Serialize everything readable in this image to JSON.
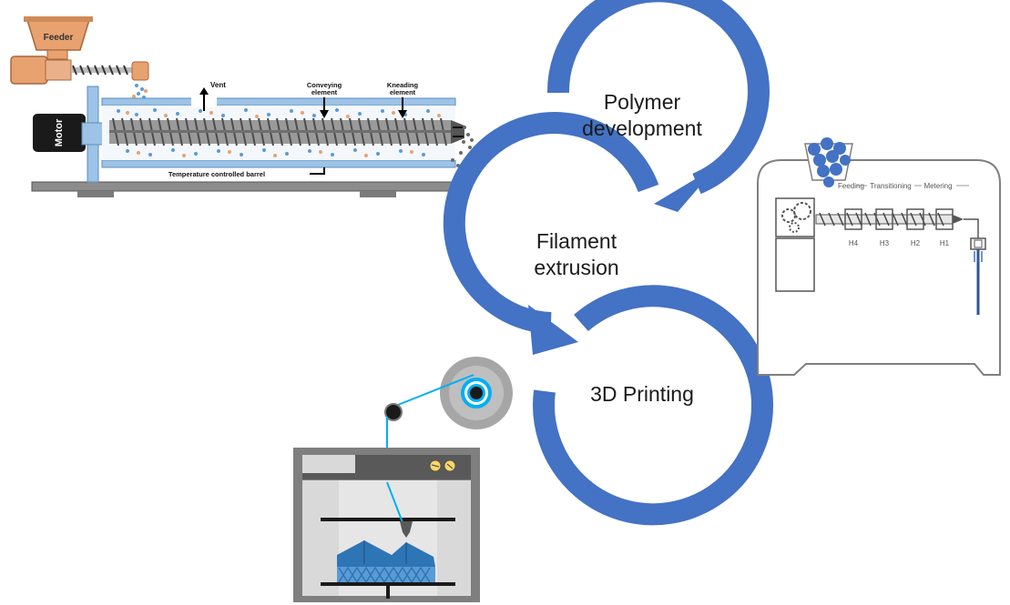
{
  "cycle": {
    "step1": {
      "line1": "Polymer",
      "line2": "development"
    },
    "step2": {
      "line1": "Filament",
      "line2": "extrusion"
    },
    "step3": {
      "line1": "3D Printing"
    },
    "arrow_color": "#4472C4"
  },
  "extruder_diagram": {
    "feeder": "Feeder",
    "motor": "Motor",
    "vent": "Vent",
    "conveying": {
      "line1": "Conveying",
      "line2": "element"
    },
    "kneading": {
      "line1": "Kneading",
      "line2": "element"
    },
    "barrel": "Temperature controlled barrel",
    "feeder_color": "#E8A270",
    "barrel_color": "#9DC3E6"
  },
  "filament_extruder": {
    "zones": [
      "Feeding",
      "Transitioning",
      "Metering"
    ],
    "heaters": [
      "H4",
      "H3",
      "H2",
      "H1"
    ],
    "pellet_color": "#4472C4",
    "filament_color": "#2F5597"
  },
  "printer": {
    "frame_color": "#7F7F7F",
    "print_color": "#2E75B6",
    "filament_color": "#00B0F0"
  }
}
